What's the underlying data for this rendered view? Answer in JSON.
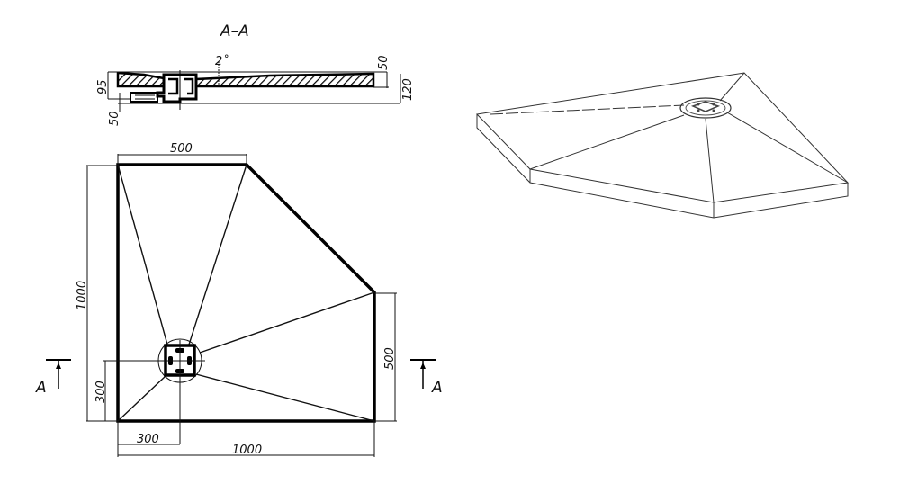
{
  "section": {
    "title": "A–A",
    "slope_label": "2˚",
    "dims": {
      "depth_left": "95",
      "drain_offset": "50",
      "rim_height": "50",
      "total_height": "120"
    }
  },
  "plan": {
    "dims": {
      "top_width": "500",
      "left_height": "1000",
      "right_height": "500",
      "bottom_width": "1000",
      "drain_x": "300",
      "drain_y": "300"
    },
    "section_marker_left": "A",
    "section_marker_right": "A"
  },
  "isometric": {
    "label": ""
  }
}
